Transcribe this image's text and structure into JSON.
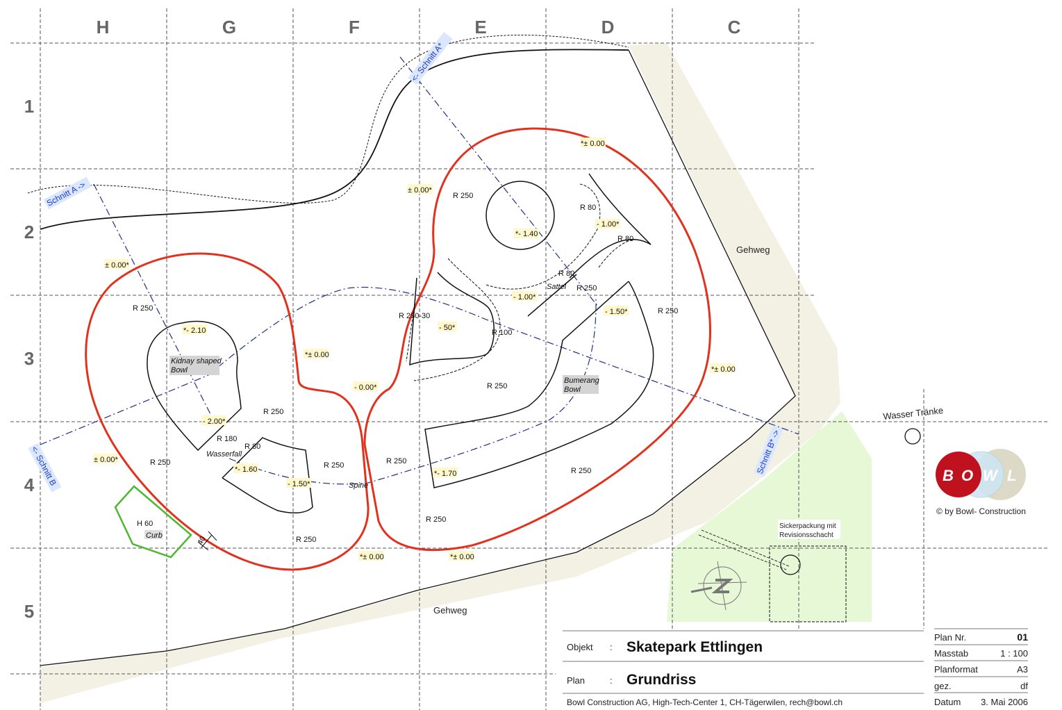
{
  "grid": {
    "columns": [
      "H",
      "G",
      "F",
      "E",
      "D",
      "C"
    ],
    "rows": [
      "1",
      "2",
      "3",
      "4",
      "5"
    ]
  },
  "labels": [
    "R 250",
    "R 80",
    "- 1.00*",
    "R 80",
    "*- 1.40",
    "R 80",
    "Sattel",
    "R 250",
    "- 1.00*",
    "- 1.50*",
    "R 250",
    "R 250-30",
    "- 50*",
    "R 100",
    "R 250",
    "*± 0.00",
    "± 0.00*",
    "± 0.00*",
    "R 250",
    "*- 2.10",
    "*± 0.00",
    "- 0.00*",
    "*± 0.00",
    "R 250",
    "- 2.00*",
    "R 180",
    "R 80",
    "Wasserfall",
    "*- 1.60",
    "- 1.50*",
    "R 250",
    "Spine",
    "R 250",
    "*- 1.70",
    "R 250",
    "± 0.00*",
    "R 250",
    "H 60",
    "Curb",
    "R 250",
    "*± 0.00",
    "*± 0.00",
    "R 250",
    "40"
  ],
  "bowls": {
    "kidney": [
      "Kidnay shaped",
      "Bowl"
    ],
    "bumerang": [
      "Bumerang",
      "Bowl"
    ]
  },
  "sections": {
    "a_top": "<- Schnitt A*",
    "a_left": "Schnitt A ->",
    "b_left": "<- Schnitt B",
    "b_right": "Schnitt B* ->"
  },
  "places": {
    "gehweg_right": "Gehweg",
    "gehweg_bottom": "Gehweg",
    "wasser": "Wasser Tränke",
    "sicker1": "Sickerpackung mit",
    "sicker2": "Revisionsschacht"
  },
  "logo": {
    "letters": [
      "B",
      "O",
      "W",
      "L"
    ],
    "copyright": "© by Bowl- Construction",
    "colors": {
      "red": "#c0121e",
      "blue": "#cfe6f3",
      "beige": "#d8d6c0"
    }
  },
  "title_block": {
    "objekt_label": "Objekt",
    "objekt_value": "Skatepark Ettlingen",
    "plan_label": "Plan",
    "plan_value": "Grundriss",
    "colon": ":",
    "company": "Bowl Construction AG,  High-Tech-Center 1, CH-Tägerwilen, rech@bowl.ch",
    "meta": [
      {
        "key": "Plan Nr.",
        "value": "01"
      },
      {
        "key": "Masstab",
        "value": "1 : 100"
      },
      {
        "key": "Planformat",
        "value": "A3"
      },
      {
        "key": "gez.",
        "value": "df"
      },
      {
        "key": "Datum",
        "value": "3. Mai 2006"
      }
    ]
  },
  "colors": {
    "outline": "#e2311d",
    "curb": "#4cb82e",
    "path": "#f3f1e4",
    "green": "#e6f8d6",
    "section": "#1d2f8a"
  }
}
